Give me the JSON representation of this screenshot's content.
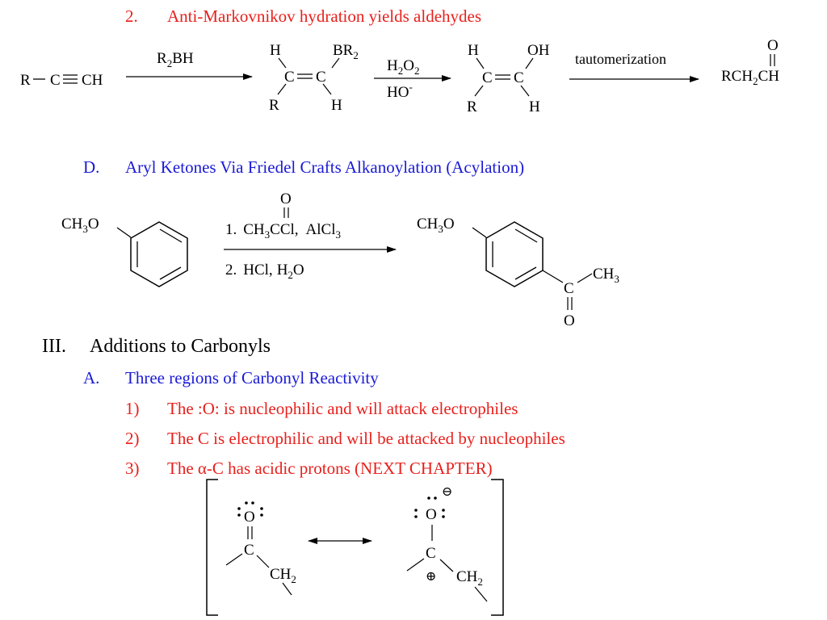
{
  "section_c2": {
    "number": "2.",
    "title": "Anti-Markovnikov hydration yields aldehydes"
  },
  "hydroboration": {
    "reactant_r": "R",
    "reactant_c": "C",
    "reactant_ch": "CH",
    "reagent1_r": "R",
    "reagent1_sub": "2",
    "reagent1_bh": "BH",
    "int1": {
      "h_top": "H",
      "br": "BR",
      "br_sub": "2",
      "c1": "C",
      "c2": "C",
      "r": "R",
      "h_bot": "H"
    },
    "reagent2_h": "H",
    "reagent2_sub1": "2",
    "reagent2_o": "O",
    "reagent2_sub2": "2",
    "reagent3": "HO",
    "reagent3_sup": "-",
    "int2": {
      "h_top": "H",
      "oh": "OH",
      "c1": "C",
      "c2": "C",
      "r": "R",
      "h_bot": "H"
    },
    "tautomerization": "tautomerization",
    "product_o": "O",
    "product_rch": "RCH",
    "product_sub": "2",
    "product_ch": "CH"
  },
  "section_d": {
    "letter": "D.",
    "title": "Aryl Ketones Via Friedel Crafts Alkanoylation (Acylation)"
  },
  "friedel_crafts": {
    "anisole_label": "CH",
    "anisole_sub": "3",
    "anisole_o": "O",
    "step1_num": "1.",
    "step1_ch": "CH",
    "step1_sub": "3",
    "step1_ccl": "CCl,",
    "step1_o": "O",
    "step1_alcl": "AlCl",
    "step1_alcl_sub": "3",
    "step2_num": "2.",
    "step2_hcl": "HCl,",
    "step2_h": "H",
    "step2_sub": "2",
    "step2_o": "O",
    "product_label": "CH",
    "product_sub": "3",
    "product_o": "O",
    "product_c": "C",
    "product_ch3": "CH",
    "product_ch3_sub": "3",
    "product_co": "O"
  },
  "section_iii": {
    "numeral": "III.",
    "title": "Additions to Carbonyls"
  },
  "section_a": {
    "letter": "A.",
    "title": "Three regions of Carbonyl Reactivity"
  },
  "points": [
    {
      "num": "1)",
      "text": "The :O: is nucleophilic and will attack electrophiles"
    },
    {
      "num": "2)",
      "text": "The C is electrophilic and will be attacked by nucleophiles"
    },
    {
      "num": "3)",
      "text_pre": "The ",
      "alpha": "α",
      "text_post": "-C has acidic protons (NEXT CHAPTER)"
    }
  ],
  "resonance": {
    "left_o": "O",
    "left_c": "C",
    "left_ch": "CH",
    "left_sub": "2",
    "right_o": "O",
    "right_c": "C",
    "right_ch": "CH",
    "right_sub": "2",
    "minus": "⊖",
    "plus": "⊕"
  }
}
